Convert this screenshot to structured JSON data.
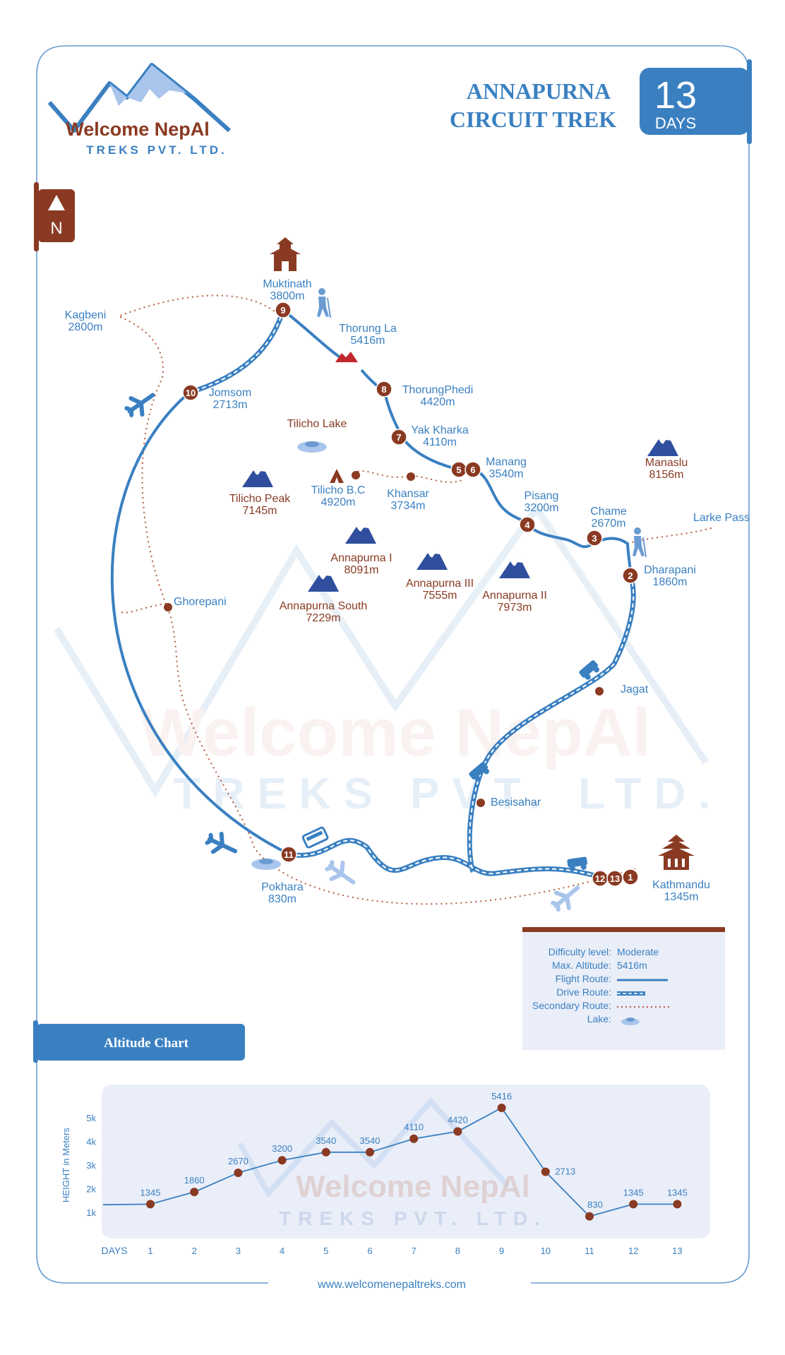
{
  "brand": {
    "name": "Welcome NepAl",
    "subtitle": "TREKS PVT. LTD.",
    "website": "www.welcomenepaltreks.com"
  },
  "title": {
    "line1": "ANNAPURNA",
    "line2": "CIRCUIT TREK",
    "days_number": "13",
    "days_label": "DAYS"
  },
  "compass": {
    "label": "N"
  },
  "colors": {
    "primary_blue": "#3a80c1",
    "brown": "#8a3a22",
    "mountain": "#2f4f9e",
    "light_blue": "#a9c5ec",
    "panel": "#eaeef8"
  },
  "places": {
    "muktinath": {
      "name": "Muktinath",
      "alt": "3800m"
    },
    "thorung_la": {
      "name": "Thorung La",
      "alt": "5416m"
    },
    "thorung_phedi": {
      "name": "ThorungPhedi",
      "alt": "4420m"
    },
    "yak_kharka": {
      "name": "Yak Kharka",
      "alt": "4110m"
    },
    "manang": {
      "name": "Manang",
      "alt": "3540m"
    },
    "pisang": {
      "name": "Pisang",
      "alt": "3200m"
    },
    "chame": {
      "name": "Chame",
      "alt": "2670m"
    },
    "dharapani": {
      "name": "Dharapani",
      "alt": "1860m"
    },
    "larke_pass": {
      "name": "Larke Pass"
    },
    "manaslu": {
      "name": "Manaslu",
      "alt": "8156m"
    },
    "jagat": {
      "name": "Jagat"
    },
    "besisahar": {
      "name": "Besisahar"
    },
    "kathmandu": {
      "name": "Kathmandu",
      "alt": "1345m"
    },
    "pokhara": {
      "name": "Pokhara",
      "alt": "830m"
    },
    "jomsom": {
      "name": "Jomsom",
      "alt": "2713m"
    },
    "kagbeni": {
      "name": "Kagbeni",
      "alt": "2800m"
    },
    "ghorepani": {
      "name": "Ghorepani"
    },
    "tilicho_lake": {
      "name": "Tilicho Lake"
    },
    "tilicho_bc": {
      "name": "Tilicho B.C",
      "alt": "4920m"
    },
    "khansar": {
      "name": "Khansar",
      "alt": "3734m"
    },
    "tilicho_peak": {
      "name": "Tilicho Peak",
      "alt": "7145m"
    },
    "annapurna_1": {
      "name": "Annapurna I",
      "alt": "8091m"
    },
    "annapurna_3": {
      "name": "Annapurna III",
      "alt": "7555m"
    },
    "annapurna_2": {
      "name": "Annapurna II",
      "alt": "7973m"
    },
    "annapurna_south": {
      "name": "Annapurna South",
      "alt": "7229m"
    }
  },
  "stops": [
    "1",
    "2",
    "3",
    "4",
    "5",
    "6",
    "7",
    "8",
    "9",
    "10",
    "11",
    "12",
    "13"
  ],
  "legend": {
    "difficulty_label": "Difficulty level:",
    "difficulty_value": "Moderate",
    "max_alt_label": "Max. Altitude:",
    "max_alt_value": "5416m",
    "flight": "Flight Route:",
    "drive": "Drive Route:",
    "secondary": "Secondary Route:",
    "lake": "Lake:"
  },
  "altitude_tab": "Altitude Chart",
  "chart_data": {
    "type": "line",
    "ylabel": "HEIGHT in Meters",
    "xlabel": "DAYS",
    "x": [
      1,
      2,
      3,
      4,
      5,
      6,
      7,
      8,
      9,
      10,
      11,
      12,
      13
    ],
    "values": [
      1345,
      1860,
      2670,
      3200,
      3540,
      3540,
      4110,
      4420,
      5416,
      2713,
      830,
      1345,
      1345
    ],
    "yticks": [
      "1k",
      "2k",
      "3k",
      "4k",
      "5k"
    ],
    "ylim": [
      0,
      6000
    ],
    "grid": false
  }
}
